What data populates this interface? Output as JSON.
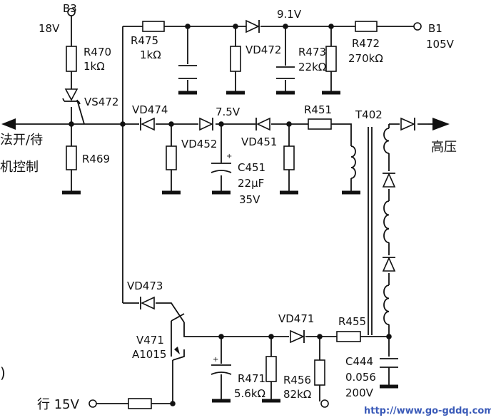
{
  "nodes": {
    "b3_name": "B3",
    "b3_volt": "18V",
    "b1_name": "B1",
    "b1_volt": "105V",
    "v_9_1": "9.1V",
    "v_7_5": "7.5V",
    "hang_15v": "行 15V",
    "gaoya": "高压",
    "left_line1": "法开/待",
    "left_line2": "机控制"
  },
  "components": {
    "r470_name": "R470",
    "r470_val": "1kΩ",
    "vs472": "VS472",
    "r469": "R469",
    "r475_name": "R475",
    "r475_val": "1kΩ",
    "vd472": "VD472",
    "r473_name": "R473",
    "r473_val": "22kΩ",
    "r472_name": "R472",
    "r472_val": "270kΩ",
    "vd474": "VD474",
    "vd452": "VD452",
    "c451_name": "C451",
    "c451_cap": "22μF",
    "c451_volt": "35V",
    "vd451": "VD451",
    "r451": "R451",
    "t402": "T402",
    "vd473": "VD473",
    "v471_name": "V471",
    "v471_type": "A1015",
    "r471_name": "R471",
    "r471_val": "5.6kΩ",
    "vd471": "VD471",
    "r456_name": "R456",
    "r456_val": "82kΩ",
    "r455": "R455",
    "c444_name": "C444",
    "c444_cap": "0.056",
    "c444_volt": "200V"
  },
  "watermark": "http://www.go-gddq.com",
  "edge_mark": ")"
}
